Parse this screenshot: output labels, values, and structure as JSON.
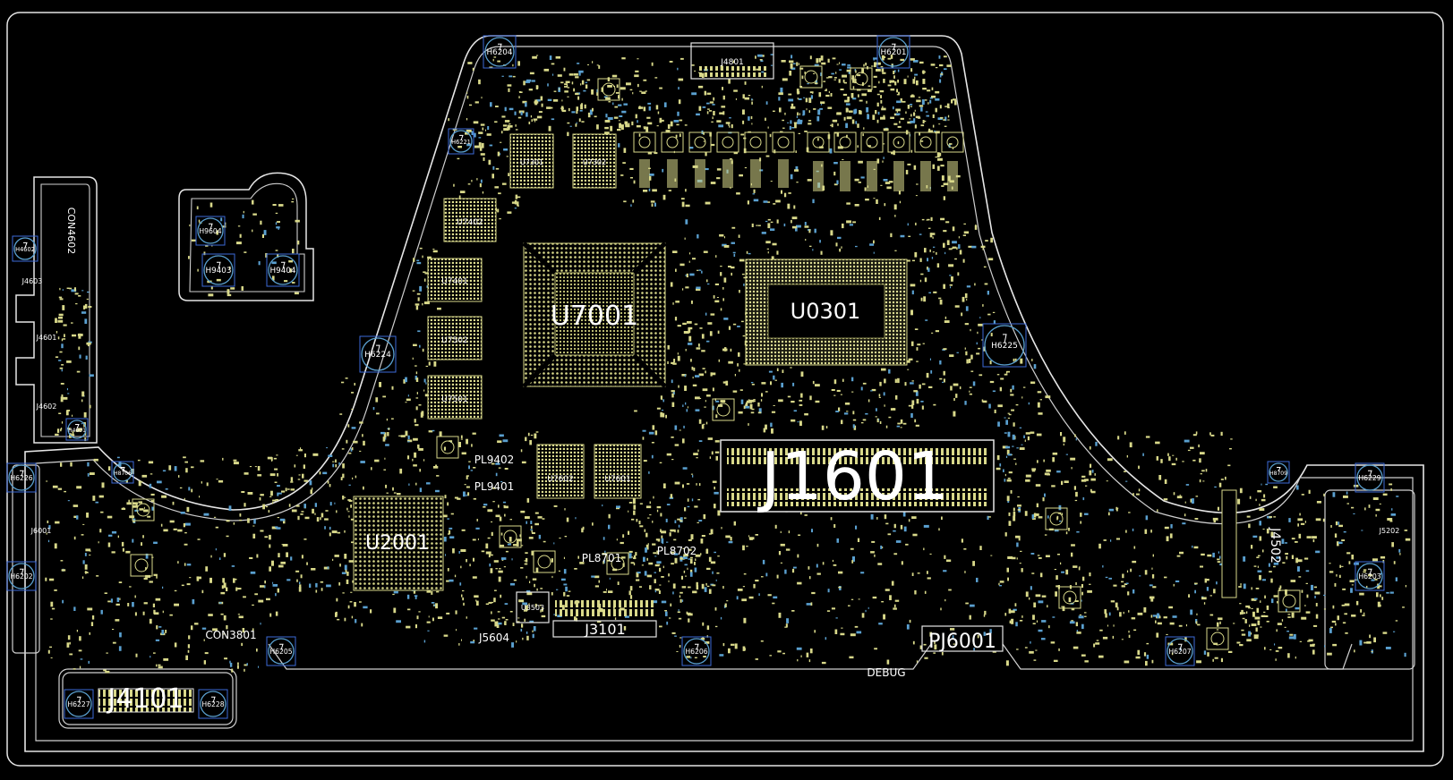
{
  "colors": {
    "background": "#000000",
    "outline": "#e6e6e6",
    "component": "#d9d98a",
    "pad": "#5aa0d0",
    "hole": "#3c6ad8",
    "label": "#ffffff"
  },
  "labels": {
    "u7001": "U7001",
    "u0301": "U0301",
    "j1601": "J1601",
    "u2001": "U2001",
    "j3101": "J3101",
    "j4101": "J4101",
    "pj6001": "PJ6001",
    "j4801": "J4801",
    "con4602": "CON4602",
    "con3801": "CON3801",
    "j4603": "J4603",
    "j4601": "J4601",
    "j4602": "J4602",
    "j6001": "J6001",
    "j4502": "J4502",
    "j5202": "J5202",
    "j5604": "J5604",
    "u3503": "U3503",
    "u7402": "U7402",
    "u7401": "U7401",
    "u7502": "U7502",
    "u7501": "U7501",
    "u7602": "U7602",
    "u7601": "U7601",
    "u7301": "U7301",
    "u7302": "U7302",
    "debug": "DEBUG",
    "pl9402": "PL9402",
    "pl9401": "PL9401",
    "pl8701": "PL8701",
    "pl8702": "PL8702",
    "h6204": "H6204",
    "h6201": "H6201",
    "h6225": "H6225",
    "h6224": "H6224",
    "h6221": "H6221",
    "h9604": "H9604",
    "h9403": "H9403",
    "h9404": "H9404",
    "h4602": "H4602",
    "h4601": "H4601",
    "h6226": "H6226",
    "h6202": "H6202",
    "h6205": "H6205",
    "h6206": "H6206",
    "h6207": "H6207",
    "h6227": "H6227",
    "h6228": "H6228",
    "h6229": "H6229",
    "h6203": "H6203",
    "h8706": "H8706",
    "h8709": "H8709"
  }
}
